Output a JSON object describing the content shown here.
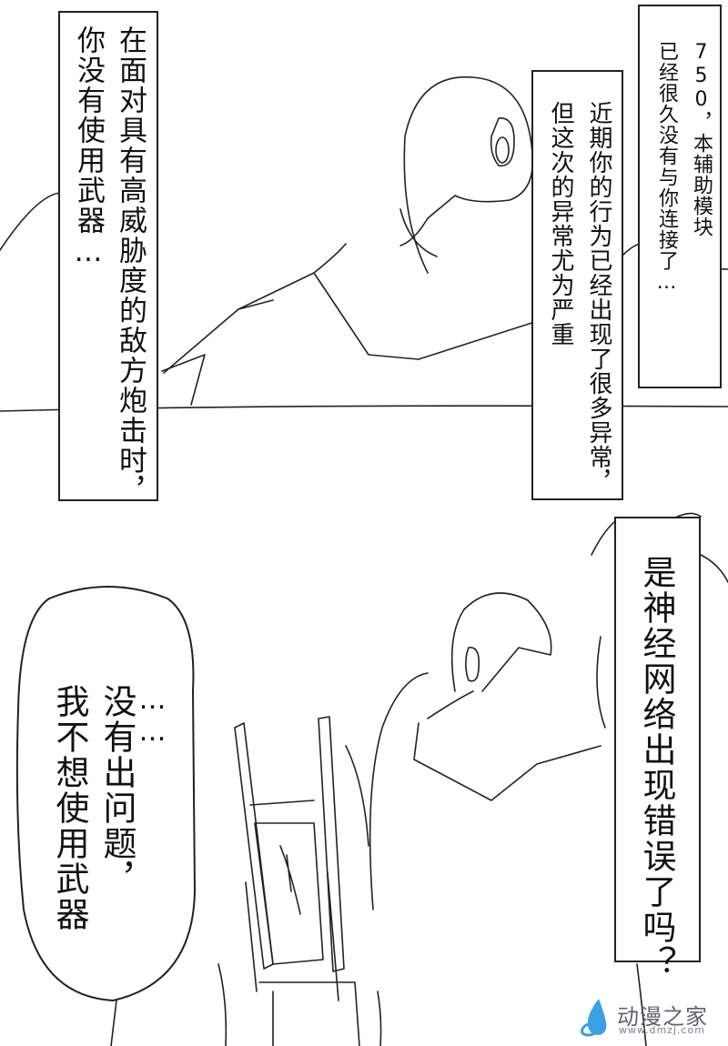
{
  "panel_top": {
    "box_left": {
      "col1": "在面对具有高威胁度的敌方炮击时，",
      "col2": "你没有使用武器…"
    },
    "box_mid": {
      "col1": "近期你的行为已经出现了很多异常，",
      "col2": "但这次的异常尤为严重"
    },
    "box_right": {
      "col1": "750，本辅助模块",
      "col2": "已经很久没有与你连接了…"
    }
  },
  "panel_bottom": {
    "bubble": {
      "col1": "……",
      "col2": "没有出问题，",
      "col3": "我不想使用武器"
    },
    "box_right": {
      "col1": "是神经网络出现错误了吗？"
    }
  },
  "watermark": {
    "name": "动漫之家",
    "url": "www.dmzj.com"
  },
  "colors": {
    "ink": "#222222",
    "paper": "#ffffff",
    "watermark_blue": "#3aa0e6"
  }
}
